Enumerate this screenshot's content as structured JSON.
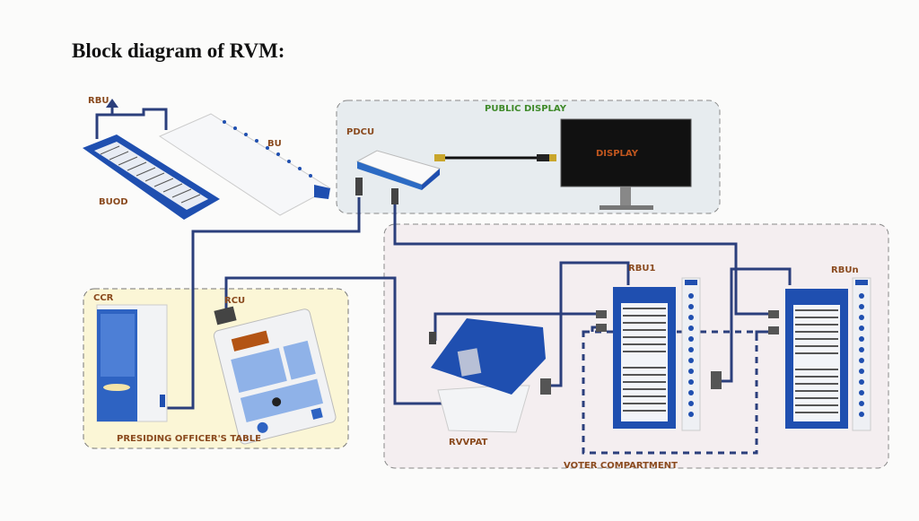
{
  "title": "Block diagram of RVM:",
  "labels": {
    "rbu": "RBU",
    "bu": "BU",
    "buod": "BUOD",
    "pdcu": "PDCU",
    "public_display": "PUBLIC DISPLAY",
    "display": "DISPLAY",
    "ccr": "CCR",
    "rcu": "RCU",
    "presiding_officer_table": "PRESIDING OFFICER'S TABLE",
    "rvvpat": "RVVPAT",
    "rbu1": "RBU1",
    "rbun": "RBUn",
    "voter_compartment": "VOTER COMPARTMENT"
  },
  "colors": {
    "cable": "#2b3f7c",
    "unit_blue": "#1f4fb0",
    "label": "#8a4a1e",
    "green": "#3f8a2a"
  }
}
